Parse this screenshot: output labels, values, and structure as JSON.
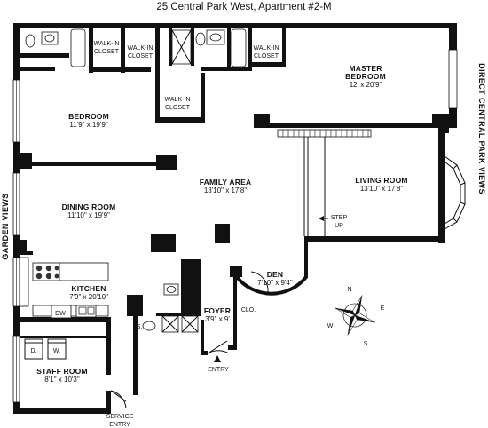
{
  "title": "25 Central Park West, Apartment #2-M",
  "views": {
    "left": "GARDEN VIEWS",
    "right": "DIRECT CENTRAL PARK VIEWS"
  },
  "rooms": {
    "master_bedroom": {
      "name_1": "MASTER",
      "name_2": "BEDROOM",
      "dims": "12' x 20'9\""
    },
    "bedroom": {
      "name": "BEDROOM",
      "dims": "11'9\" x 19'9\""
    },
    "family_area": {
      "name": "FAMILY AREA",
      "dims": "13'10\" x 17'8\""
    },
    "living_room": {
      "name": "LIVING ROOM",
      "dims": "13'10\" x 17'8\""
    },
    "dining_room": {
      "name": "DINING ROOM",
      "dims": "11'10\" x 19'9\""
    },
    "kitchen": {
      "name": "KITCHEN",
      "dims": "7'9\" x 20'10\""
    },
    "den": {
      "name": "DEN",
      "dims": "7'10\" x 9'4\""
    },
    "foyer": {
      "name": "FOYER",
      "dims": "3'9\" x 9'"
    },
    "staff_room": {
      "name": "STAFF ROOM",
      "dims": "8'1\" x 10'3\""
    }
  },
  "closets": {
    "walk_in_1": {
      "line_1": "WALK-IN",
      "line_2": "CLOSET"
    },
    "walk_in_2": {
      "line_1": "WALK-IN",
      "line_2": "CLOSET"
    },
    "walk_in_3": {
      "line_1": "WALK-IN",
      "line_2": "CLOSET"
    },
    "walk_in_4": {
      "line_1": "WALK-IN",
      "line_2": "CLOSET"
    },
    "clo": "CLO."
  },
  "labels": {
    "step_up_1": "STEP",
    "step_up_2": "UP",
    "dw": "DW",
    "washer": "W.",
    "dryer": "D.",
    "shower": "S.",
    "entry": "ENTRY",
    "service_1": "SERVICE",
    "service_2": "ENTRY"
  },
  "compass": {
    "n": "N",
    "e": "E",
    "s": "S",
    "w": "W"
  }
}
